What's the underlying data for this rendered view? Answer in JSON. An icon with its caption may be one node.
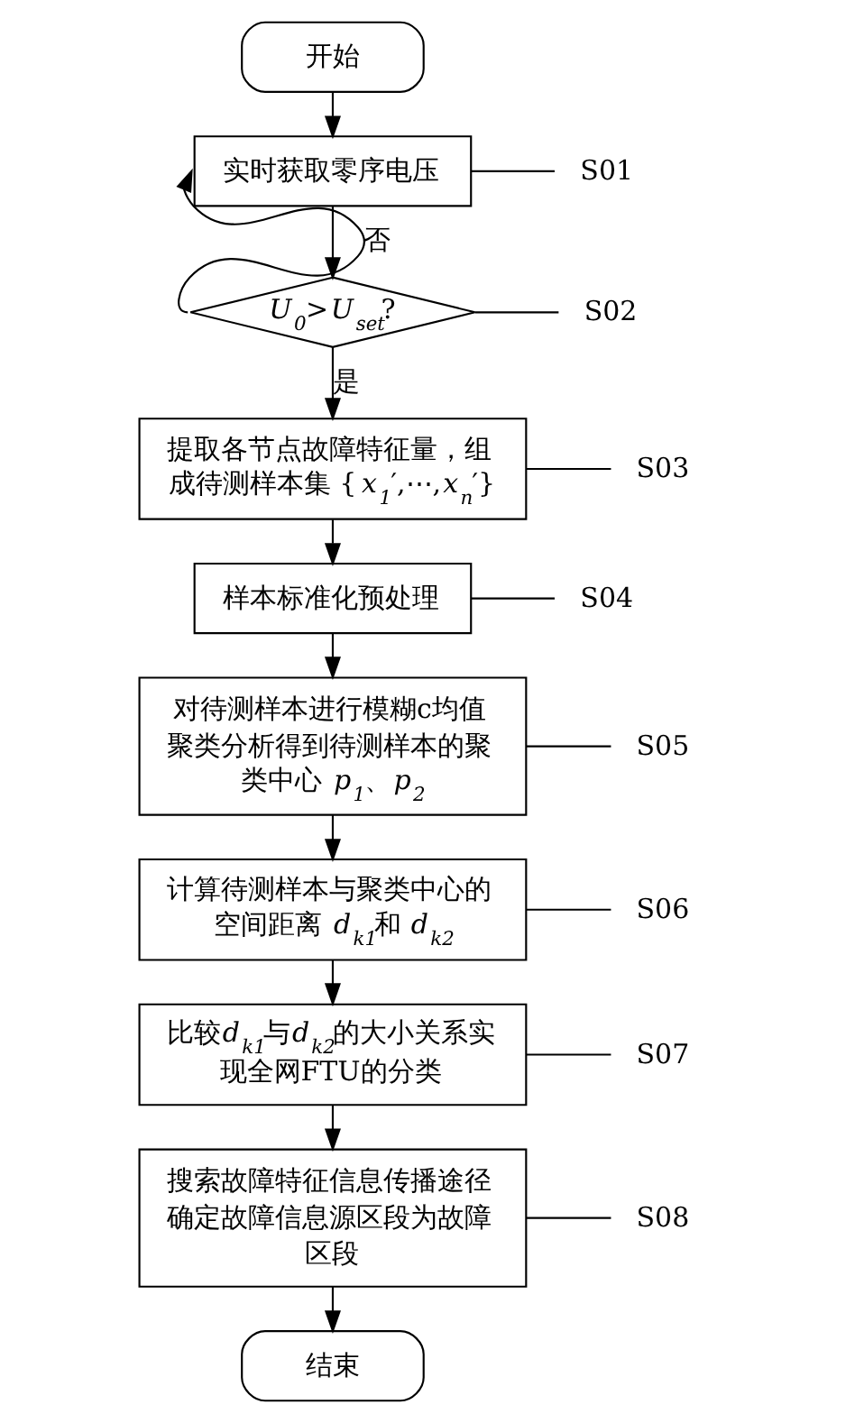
{
  "diagram": {
    "nodes": [
      {
        "text": [
          "开始"
        ]
      },
      {
        "text": [
          "实时获取零序电压"
        ]
      },
      {
        "text": [
          "S01"
        ]
      },
      {
        "text": [
          "U$_{0}$>U$_{set}$?"
        ]
      },
      {
        "text": [
          "S02"
        ]
      },
      {
        "text": [
          "提取各节点故障特征量，组成待测样本集 {x$_{1}$′,⋯,x$_{n}$′}"
        ]
      },
      {
        "text": [
          "S03"
        ]
      },
      {
        "text": [
          "样本标准化预处理"
        ]
      },
      {
        "text": [
          "S04"
        ]
      },
      {
        "text": [
          "对待测样本进行模糊c均值聚类分析得到待测样本的聚类中心 p$_{1}$、p$_{2}$"
        ]
      },
      {
        "text": [
          "S05"
        ]
      },
      {
        "text": [
          "计算待测样本与聚类中心的空间距离 d$_{k1}$和 d$_{k2}$"
        ]
      },
      {
        "text": [
          "S06"
        ]
      },
      {
        "text": [
          "比较d$_{k1}$与d$_{k2}$的大小关系实现全网FTU的分类"
        ]
      },
      {
        "text": [
          "S07"
        ]
      },
      {
        "text": [
          "搜索故障特征信息传播途径确定故障信息源区段为故障区段"
        ]
      },
      {
        "text": [
          "S08"
        ]
      },
      {
        "text": [
          "结束"
        ]
      }
    ],
    "edges": [
      {
        "from": 0,
        "to": 1,
        "arrow": "to"
      },
      {
        "from": 1,
        "to": 3,
        "arrow": "to"
      },
      {
        "from": 3,
        "to": 5,
        "arrow": "to",
        "label": "是"
      },
      {
        "from": 3,
        "to": 1,
        "arrow": "to",
        "label": "否"
      },
      {
        "from": 5,
        "to": 7,
        "arrow": "to"
      },
      {
        "from": 7,
        "to": 9,
        "arrow": "to"
      },
      {
        "from": 9,
        "to": 11,
        "arrow": "to"
      },
      {
        "from": 11,
        "to": 13,
        "arrow": "to"
      },
      {
        "from": 13,
        "to": 15,
        "arrow": "to"
      },
      {
        "from": 15,
        "to": 17,
        "arrow": "to"
      },
      {
        "from": 2,
        "to": 1,
        "arrow": "none"
      },
      {
        "from": 4,
        "to": 3,
        "arrow": "none"
      },
      {
        "from": 6,
        "to": 5,
        "arrow": "none"
      },
      {
        "from": 8,
        "to": 7,
        "arrow": "none"
      },
      {
        "from": 10,
        "to": 9,
        "arrow": "none"
      },
      {
        "from": 12,
        "to": 11,
        "arrow": "none"
      },
      {
        "from": 14,
        "to": 13,
        "arrow": "none"
      },
      {
        "from": 16,
        "to": 15,
        "arrow": "none"
      }
    ]
  }
}
